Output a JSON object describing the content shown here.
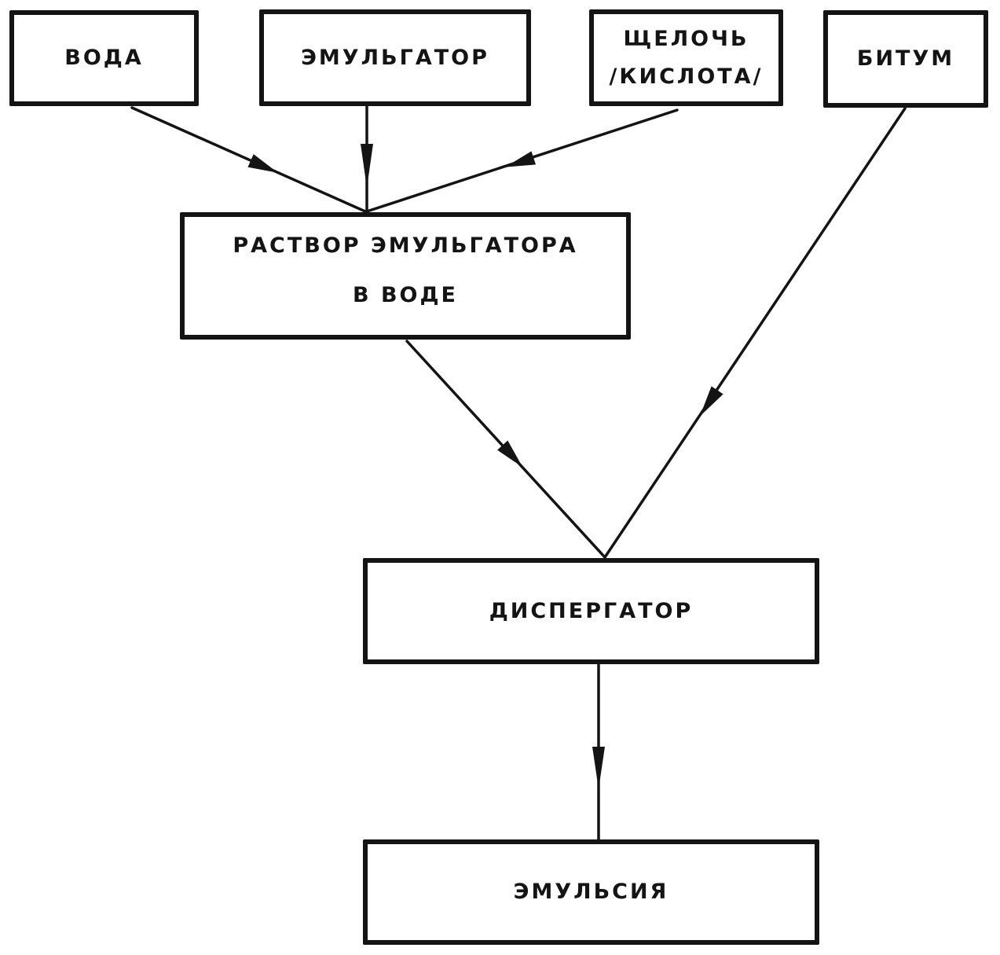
{
  "diagram": {
    "type": "flowchart",
    "language": "ru",
    "colors": {
      "ink": "#141414",
      "background": "#ffffff"
    },
    "nodes": {
      "water": {
        "label": "ВОДА"
      },
      "emulsifier": {
        "label": "ЭМУЛЬГАТОР"
      },
      "alkali_acid": {
        "lines": [
          "ЩЕЛОЧЬ",
          "/КИСЛОТА/"
        ]
      },
      "bitumen": {
        "label": "БИТУМ"
      },
      "emulsifier_solution": {
        "lines": [
          "РАСТВОР ЭМУЛЬГАТОРА",
          "В ВОДЕ"
        ]
      },
      "dispergator": {
        "label": "ДИСПЕРГАТОР"
      },
      "emulsion": {
        "label": "ЭМУЛЬСИЯ"
      }
    },
    "edges": [
      {
        "from": "water",
        "to": "emulsifier_solution"
      },
      {
        "from": "emulsifier",
        "to": "emulsifier_solution"
      },
      {
        "from": "alkali_acid",
        "to": "emulsifier_solution"
      },
      {
        "from": "emulsifier_solution",
        "to": "dispergator"
      },
      {
        "from": "bitumen",
        "to": "dispergator"
      },
      {
        "from": "dispergator",
        "to": "emulsion"
      }
    ]
  }
}
